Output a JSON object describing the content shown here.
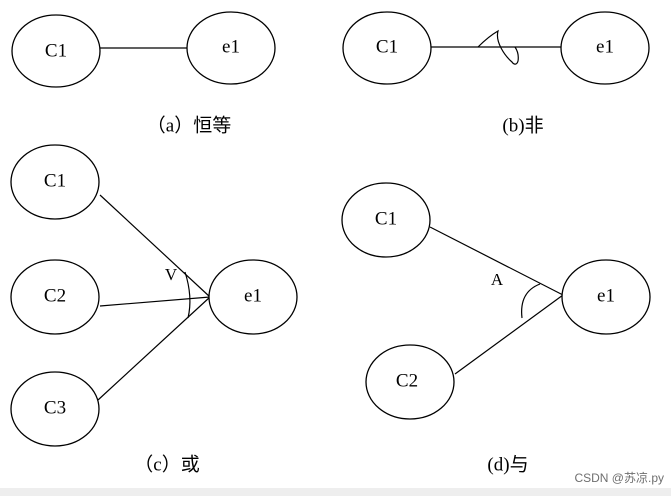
{
  "panels": {
    "a": {
      "caption": "（a）恒等",
      "nodes": {
        "c1": "C1",
        "e1": "e1"
      }
    },
    "b": {
      "caption": "(b)非",
      "nodes": {
        "c1": "C1",
        "e1": "e1"
      }
    },
    "c": {
      "caption": "（c）或",
      "operator": "V",
      "nodes": {
        "c1": "C1",
        "c2": "C2",
        "c3": "C3",
        "e1": "e1"
      }
    },
    "d": {
      "caption": "(d)与",
      "operator": "A",
      "nodes": {
        "c1": "C1",
        "c2": "C2",
        "e1": "e1"
      }
    }
  },
  "watermark": "CSDN @苏凉.py",
  "colors": {
    "stroke": "#000000",
    "background": "#ffffff",
    "watermark": "#6f6f6f"
  }
}
